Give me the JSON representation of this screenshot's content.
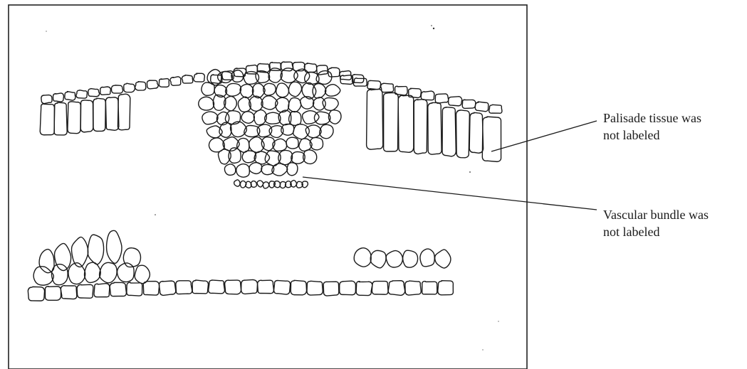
{
  "annotations": {
    "palisade": {
      "line1": "Palisade tissue was",
      "line2": "not labeled"
    },
    "vascular": {
      "line1": "Vascular bundle was",
      "line2": "not labeled"
    }
  },
  "drawing": {
    "subject": "hand-drawn cross section of leaf tissue",
    "stroke_color": "#1a1a1a",
    "frame_color": "#222222",
    "background": "#ffffff"
  }
}
